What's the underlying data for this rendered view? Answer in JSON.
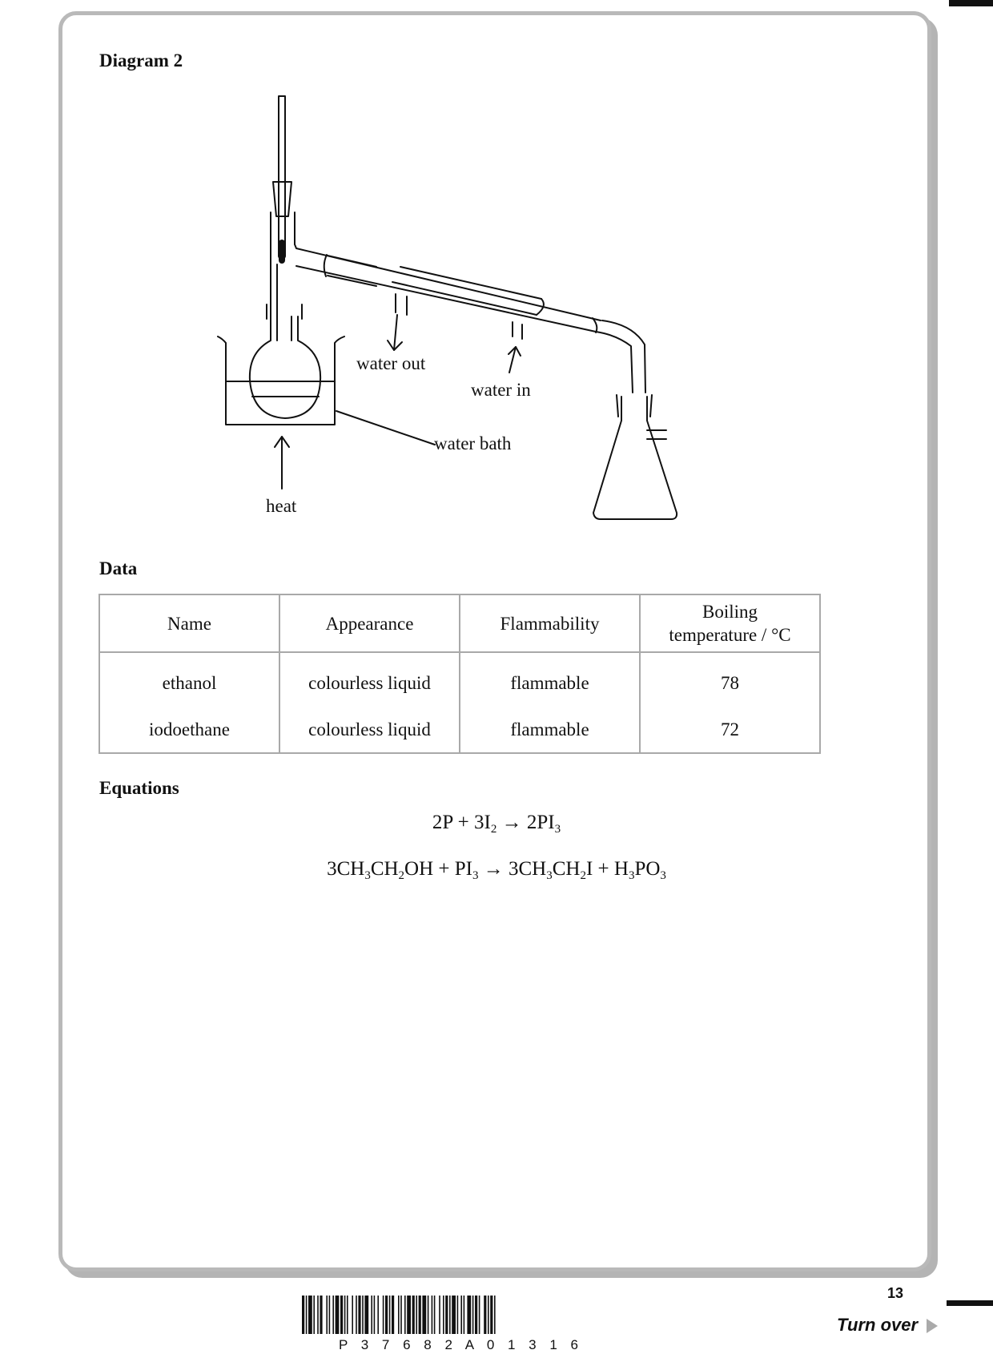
{
  "diagram": {
    "heading": "Diagram 2",
    "labels": {
      "water_out": "water out",
      "water_in": "water in",
      "water_bath": "water bath",
      "heat": "heat"
    }
  },
  "data_section": {
    "heading": "Data",
    "columns": [
      "Name",
      "Appearance",
      "Flammability",
      "Boiling",
      "temperature / °C"
    ],
    "rows": [
      [
        "ethanol",
        "colourless liquid",
        "flammable",
        "78"
      ],
      [
        "iodoethane",
        "colourless liquid",
        "flammable",
        "72"
      ]
    ]
  },
  "equations_section": {
    "heading": "Equations",
    "eq1": {
      "lhs_a": "2P + 3I",
      "lhs_a_sub": "2",
      "arrow": " → ",
      "rhs_a": "2PI",
      "rhs_a_sub": "3"
    },
    "eq2": {
      "p1": "3CH",
      "s1": "3",
      "p2": "CH",
      "s2": "2",
      "p3": "OH + PI",
      "s3": "3",
      "p4": " → 3CH",
      "s4": "3",
      "p5": "CH",
      "s5": "2",
      "p6": "I + H",
      "s6": "3",
      "p7": "PO",
      "s7": "3"
    }
  },
  "footer": {
    "page_number": "13",
    "turn_over": "Turn over",
    "barcode_text": "P 3 7 6 8 2 A 0 1 3 1 6"
  }
}
